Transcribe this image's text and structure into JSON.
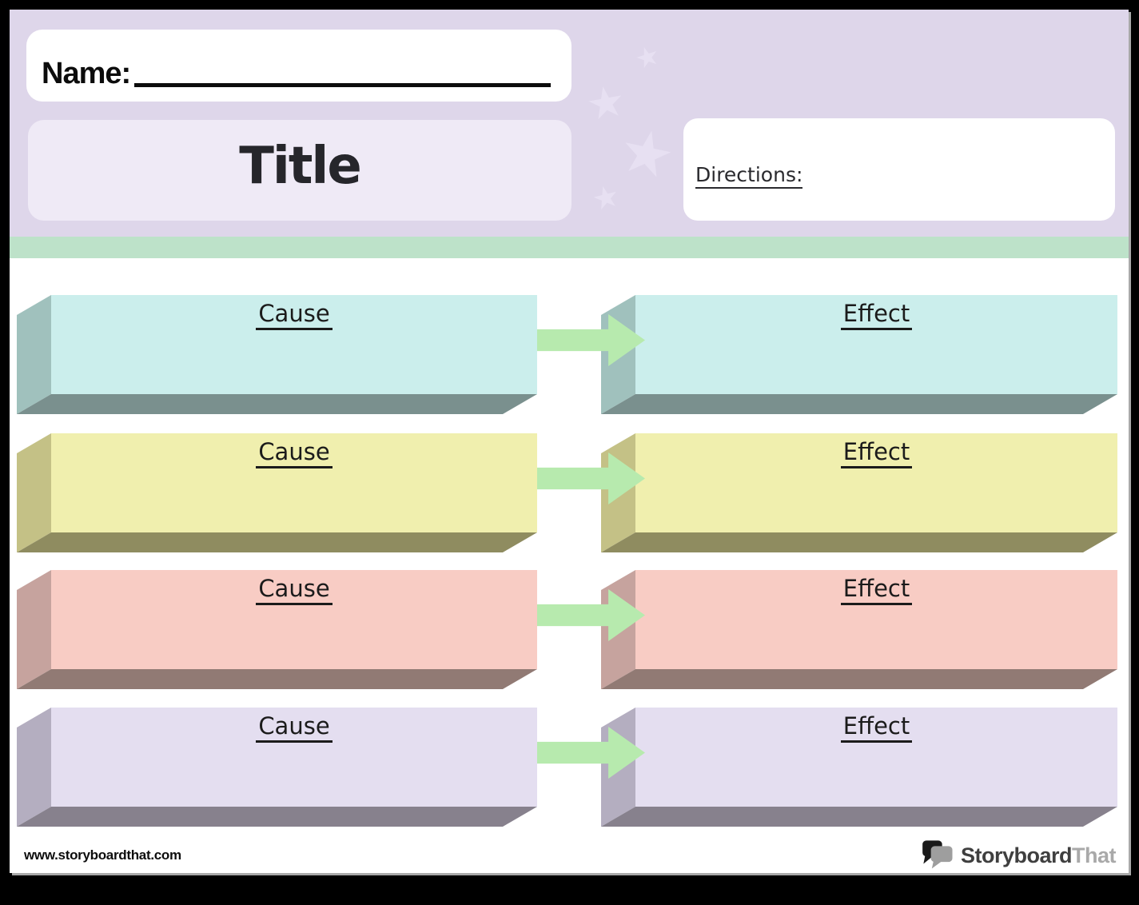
{
  "header": {
    "name_label": "Name:",
    "title": "Title",
    "directions_label": "Directions:"
  },
  "rows": [
    {
      "cause_label": "Cause",
      "effect_label": "Effect",
      "face_color": "#cbeeec",
      "side_color": "#a0c1bd",
      "bottom_color": "#7a908e"
    },
    {
      "cause_label": "Cause",
      "effect_label": "Effect",
      "face_color": "#f0efae",
      "side_color": "#c4c186",
      "bottom_color": "#8f8c60"
    },
    {
      "cause_label": "Cause",
      "effect_label": "Effect",
      "face_color": "#f8ccc4",
      "side_color": "#c6a39e",
      "bottom_color": "#917a74"
    },
    {
      "cause_label": "Cause",
      "effect_label": "Effect",
      "face_color": "#e4def0",
      "side_color": "#b4aec0",
      "bottom_color": "#87818d"
    }
  ],
  "footer": {
    "website": "www.storyboardthat.com",
    "logo_primary": "Storyboard",
    "logo_secondary": "That"
  },
  "theme": {
    "header_bg": "#ded6ea",
    "title_box_bg": "#efeaf6",
    "strip_color": "#bde2c9",
    "arrow_color": "#b7eaae",
    "star_color": "#e7e0f2",
    "star_icon": "star-icon",
    "logo_icon": "speech-bubbles-icon"
  }
}
